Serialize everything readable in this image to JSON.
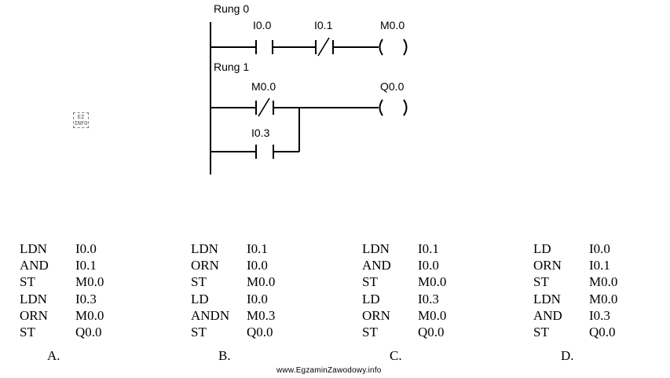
{
  "diagram": {
    "rung0_label": "Rung 0",
    "rung1_label": "Rung 1",
    "rung0": {
      "contact1": "I0.0",
      "contact2": "I0.1",
      "coil": "M0.0"
    },
    "rung1": {
      "contact1": "M0.0",
      "contact2": "I0.3",
      "coil": "Q0.0"
    }
  },
  "logo_text": "EZ INFO",
  "options": [
    {
      "letter": "A.",
      "lines": [
        {
          "op": "LDN",
          "arg": "I0.0"
        },
        {
          "op": "AND",
          "arg": "I0.1"
        },
        {
          "op": "ST",
          "arg": "M0.0"
        },
        {
          "op": "LDN",
          "arg": "I0.3"
        },
        {
          "op": "ORN",
          "arg": "M0.0"
        },
        {
          "op": "ST",
          "arg": "Q0.0"
        }
      ]
    },
    {
      "letter": "B.",
      "lines": [
        {
          "op": "LDN",
          "arg": "I0.1"
        },
        {
          "op": "ORN",
          "arg": "I0.0"
        },
        {
          "op": "ST",
          "arg": "M0.0"
        },
        {
          "op": "LD",
          "arg": "I0.0"
        },
        {
          "op": "ANDN",
          "arg": "M0.3"
        },
        {
          "op": "ST",
          "arg": "Q0.0"
        }
      ]
    },
    {
      "letter": "C.",
      "lines": [
        {
          "op": "LDN",
          "arg": "I0.1"
        },
        {
          "op": "AND",
          "arg": "I0.0"
        },
        {
          "op": "ST",
          "arg": "M0.0"
        },
        {
          "op": "LD",
          "arg": "I0.3"
        },
        {
          "op": "ORN",
          "arg": "M0.0"
        },
        {
          "op": "ST",
          "arg": "Q0.0"
        }
      ]
    },
    {
      "letter": "D.",
      "lines": [
        {
          "op": "LD",
          "arg": "I0.0"
        },
        {
          "op": "ORN",
          "arg": "I0.1"
        },
        {
          "op": "ST",
          "arg": "M0.0"
        },
        {
          "op": "LDN",
          "arg": "M0.0"
        },
        {
          "op": "AND",
          "arg": "I0.3"
        },
        {
          "op": "ST",
          "arg": "Q0.0"
        }
      ]
    }
  ],
  "watermark": "www.EgzaminZawodowy.info"
}
